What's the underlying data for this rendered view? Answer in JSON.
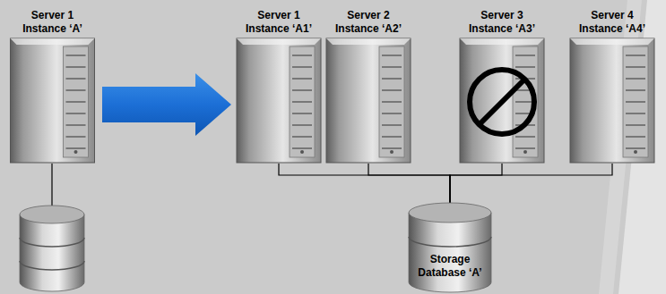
{
  "diagram": {
    "nodes": [
      {
        "text": [
          "Server 1 Instance ‘A’"
        ]
      },
      {
        "text": [
          "Server 1 Instance ‘A1’"
        ]
      },
      {
        "text": [
          "Server 2 Instance ‘A2’"
        ]
      },
      {
        "text": [
          "Server 3 Instance ‘A3’"
        ]
      },
      {
        "text": [
          "Server 4 Instance ‘A4’"
        ]
      },
      {
        "text": [
          "Storage Database ‘A’"
        ]
      }
    ],
    "edges": [
      {
        "from": 1,
        "to": 5,
        "arrow": "none"
      },
      {
        "from": 2,
        "to": 5,
        "arrow": "none"
      },
      {
        "from": 3,
        "to": 5,
        "arrow": "none"
      },
      {
        "from": 4,
        "to": 5,
        "arrow": "none"
      }
    ]
  }
}
